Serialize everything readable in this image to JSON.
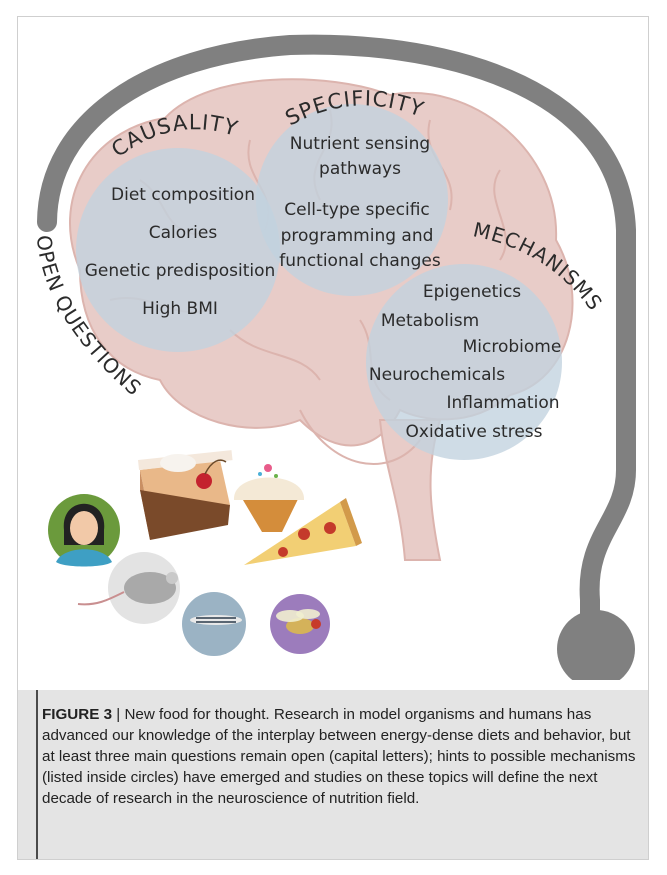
{
  "headings": {
    "causality": "CAUSALITY",
    "specificity": "SPECIFICITY",
    "mechanisms": "MECHANISMS",
    "open_questions": "OPEN QUESTIONS"
  },
  "causality_items": [
    "Diet composition",
    "Calories",
    "Genetic predisposition",
    "High BMI"
  ],
  "specificity_items": [
    "Nutrient sensing",
    "pathways",
    "Cell-type specific",
    "programming and",
    "functional changes"
  ],
  "mechanisms_items": [
    "Epigenetics",
    "Metabolism",
    "Microbiome",
    "Neurochemicals",
    "Inflammation",
    "Oxidative stress"
  ],
  "colors": {
    "arc": "#808080",
    "brain": "#e8ccc8",
    "brain_fold": "#dcb4ae",
    "circle": "#c2d2df",
    "caption_bg": "#e4e4e4"
  },
  "caption": {
    "label": "FIGURE 3",
    "separator": " | ",
    "text": "New food for thought. Research in model organisms and humans has advanced our knowledge of the interplay between energy-dense diets and behavior, but at least three main questions remain open (capital letters); hints to possible mechanisms (listed inside circles) have emerged and studies on these topics will define the next decade of research in the neuroscience of nutrition field."
  }
}
